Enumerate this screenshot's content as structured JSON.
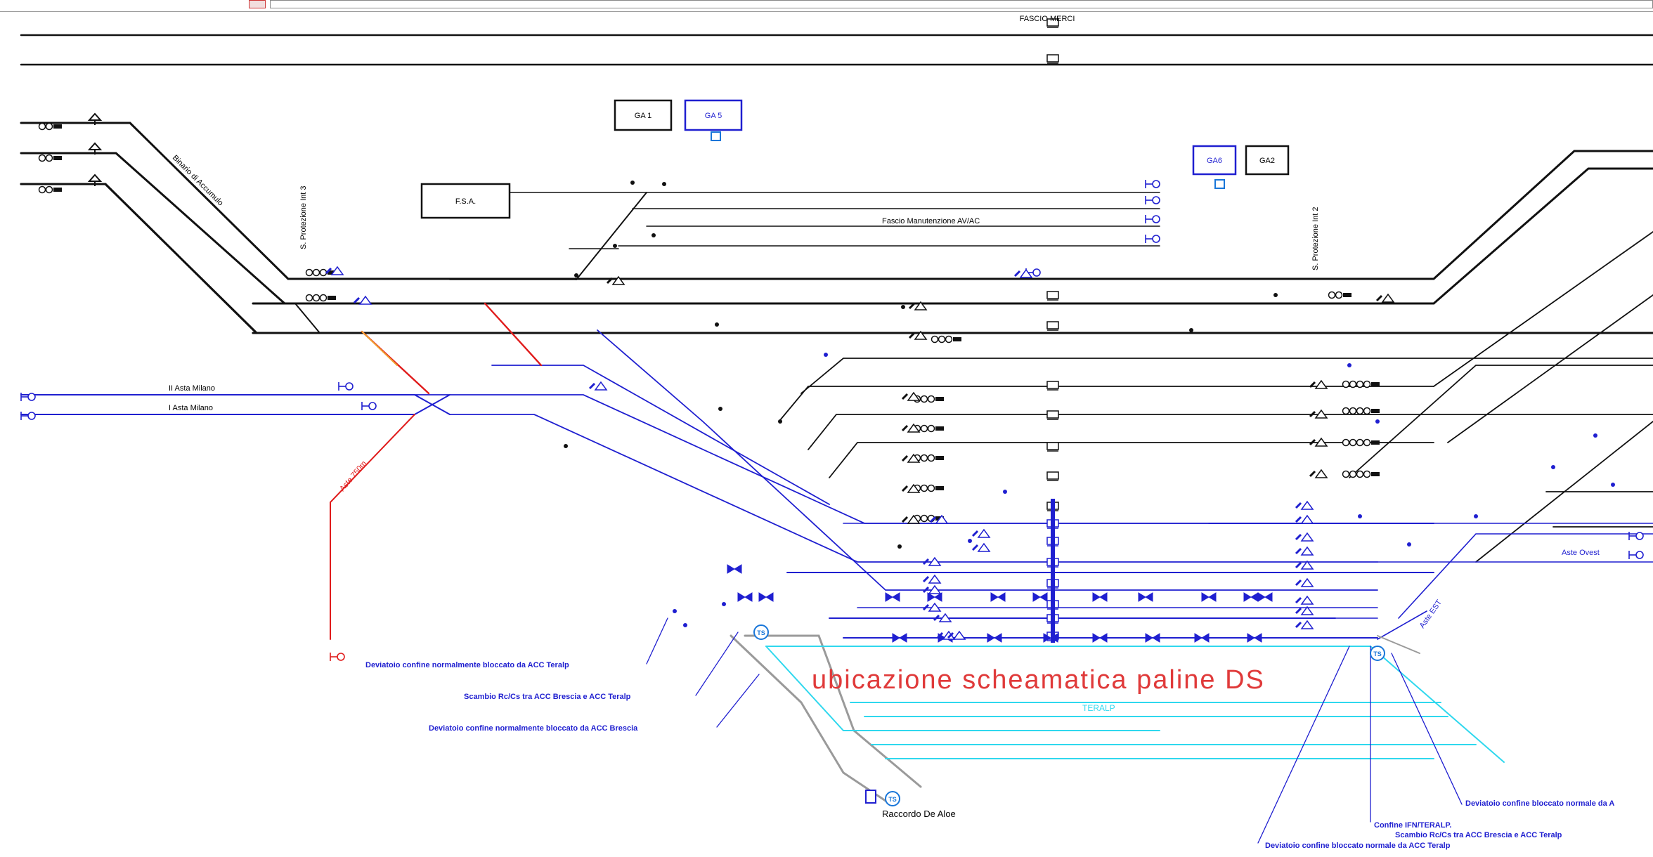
{
  "window": {
    "title": ""
  },
  "labels": {
    "fascio_merci": "FASCIO MERCI",
    "ga1": "GA 1",
    "ga5": "GA 5",
    "ga6": "GA6",
    "ga2": "GA2",
    "fsa": "F.S.A.",
    "binario_accumulo": "Binario di Accumulo",
    "prot_int3": "S. Protezione Int 3",
    "prot_int2": "S. Protezione Int 2",
    "fascio_manutenzione": "Fascio Manutenzione AV/AC",
    "asta_milano_2": "II Asta Milano",
    "asta_milano_1": "I Asta Milano",
    "aste_750": "Aste 750m",
    "aste_ovest": "Aste Ovest",
    "aste_est": "Aste EST",
    "teralp": "TERALP",
    "ubicazione": "ubicazione scheamatica paline DS",
    "raccordo": "Raccordo De Aloe",
    "ts": "TS",
    "nota_1": "Deviatoio confine normalmente bloccato da ACC Teralp",
    "nota_2": "Scambio Rc/Cs tra ACC Brescia e ACC Teralp",
    "nota_3": "Deviatoio confine normalmente bloccato da ACC Brescia",
    "nota_4": "Deviatoio confine bloccato normale da A",
    "nota_5a": "Confine IFN/TERALP.",
    "nota_5b": "Scambio Rc/Cs tra ACC Brescia e ACC Teralp",
    "nota_6": "Deviatoio confine bloccato normale da ACC Teralp"
  },
  "colors": {
    "track": "#111111",
    "track_blue": "#1f1fd0",
    "teralp": "#2fd8ee",
    "red": "#e01b1b",
    "orange": "#f0a030",
    "grey": "#9a9a9a",
    "ts_blue": "#1876d9"
  }
}
